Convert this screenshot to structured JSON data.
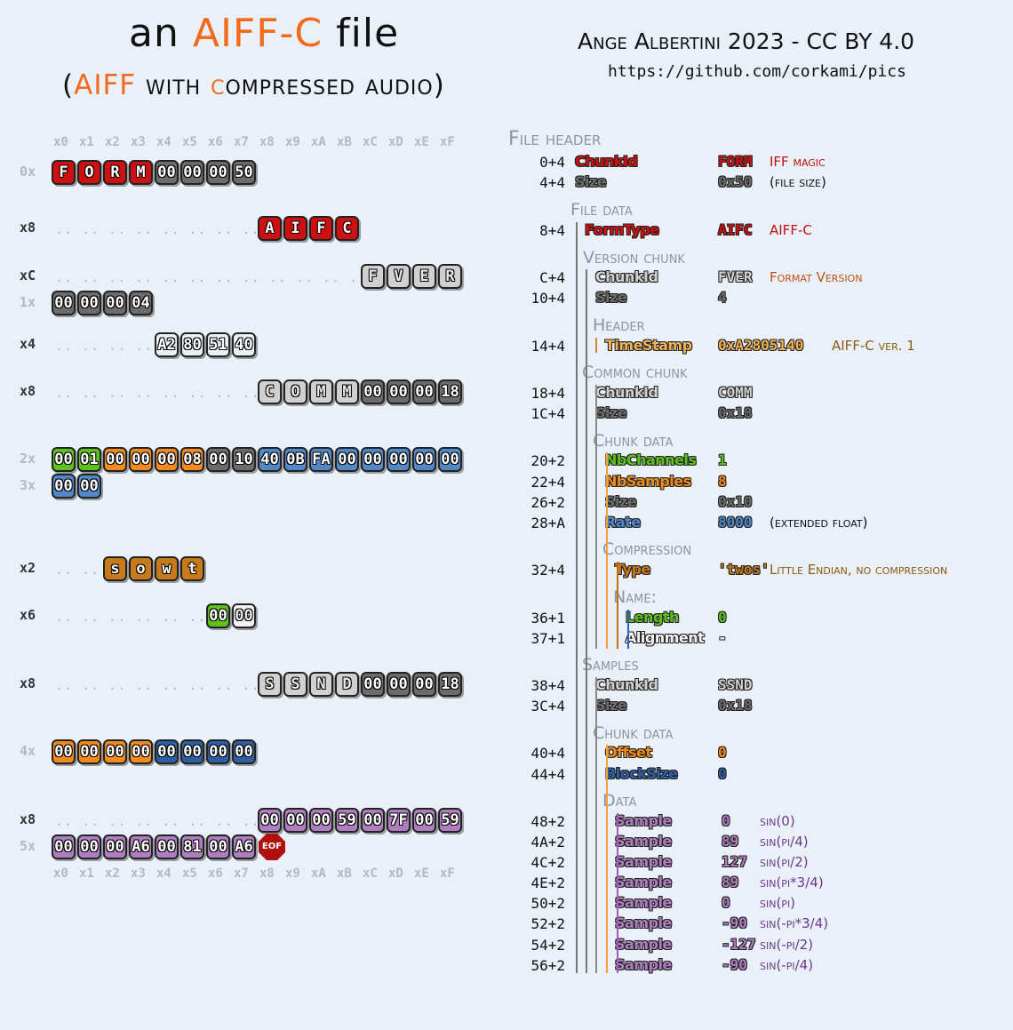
{
  "header": {
    "title_pre": "an ",
    "title_hl": "AIFF-C",
    "title_post": " file",
    "sub_open": "(",
    "sub_hl1": "AIFF",
    "sub_mid1": " with ",
    "sub_hl2": "c",
    "sub_mid2": "ompressed audio)",
    "author": "Ange Albertini 2023 - CC BY 4.0",
    "url": "https://github.com/corkami/pics"
  },
  "colors": {
    "red": "#d01010",
    "gray": "#6c6c6c",
    "light": "#d0d0d0",
    "orangeLight": "#f2b255",
    "green": "#5ec21e",
    "orange": "#f28a1d",
    "blue": "#5088c8",
    "brown": "#c77a1a",
    "navy": "#2f5ea4",
    "purple": "#b07ec0",
    "accent": "#f26a1b"
  },
  "hex": {
    "col_headers": [
      "x0",
      "x1",
      "x2",
      "x3",
      "x4",
      "x5",
      "x6",
      "x7",
      "x8",
      "x9",
      "xA",
      "xB",
      "xC",
      "xD",
      "xE",
      "xF"
    ],
    "rows": [
      {
        "label": "0x",
        "faint": true,
        "cells": [
          {
            "t": "F",
            "c": "red"
          },
          {
            "t": "O",
            "c": "red"
          },
          {
            "t": "R",
            "c": "red"
          },
          {
            "t": "M",
            "c": "red"
          },
          {
            "t": "00",
            "c": "gray"
          },
          {
            "t": "00",
            "c": "gray"
          },
          {
            "t": "00",
            "c": "gray"
          },
          {
            "t": "50",
            "c": "gray"
          }
        ]
      },
      {
        "label": "x8",
        "cells": [
          {
            "t": "A",
            "c": "red"
          },
          {
            "t": "I",
            "c": "red"
          },
          {
            "t": "F",
            "c": "red"
          },
          {
            "t": "C",
            "c": "red"
          }
        ]
      },
      {
        "label": "xC",
        "cells": [
          {
            "t": "F",
            "c": "light"
          },
          {
            "t": "V",
            "c": "light"
          },
          {
            "t": "E",
            "c": "light"
          },
          {
            "t": "R",
            "c": "light"
          }
        ]
      },
      {
        "label": "1x",
        "faint": true,
        "cells": [
          {
            "t": "00",
            "c": "gray"
          },
          {
            "t": "00",
            "c": "gray"
          },
          {
            "t": "00",
            "c": "gray"
          },
          {
            "t": "04",
            "c": "gray"
          }
        ]
      },
      {
        "label": "x4",
        "cells": [
          {
            "t": "A2",
            "c": "orangeLight"
          },
          {
            "t": "80",
            "c": "orangeLight"
          },
          {
            "t": "51",
            "c": "orangeLight"
          },
          {
            "t": "40",
            "c": "orangeLight"
          }
        ]
      },
      {
        "label": "x8",
        "cells": [
          {
            "t": "C",
            "c": "light"
          },
          {
            "t": "O",
            "c": "light"
          },
          {
            "t": "M",
            "c": "light"
          },
          {
            "t": "M",
            "c": "light"
          },
          {
            "t": "00",
            "c": "gray"
          },
          {
            "t": "00",
            "c": "gray"
          },
          {
            "t": "00",
            "c": "gray"
          },
          {
            "t": "18",
            "c": "gray"
          }
        ]
      },
      {
        "label": "2x",
        "faint": true,
        "cells": [
          {
            "t": "00",
            "c": "green"
          },
          {
            "t": "01",
            "c": "green"
          },
          {
            "t": "00",
            "c": "orange"
          },
          {
            "t": "00",
            "c": "orange"
          },
          {
            "t": "00",
            "c": "orange"
          },
          {
            "t": "08",
            "c": "orange"
          },
          {
            "t": "00",
            "c": "gray"
          },
          {
            "t": "10",
            "c": "gray"
          },
          {
            "t": "40",
            "c": "blue"
          },
          {
            "t": "0B",
            "c": "blue"
          },
          {
            "t": "FA",
            "c": "blue"
          },
          {
            "t": "00",
            "c": "blue"
          },
          {
            "t": "00",
            "c": "blue"
          },
          {
            "t": "00",
            "c": "blue"
          },
          {
            "t": "00",
            "c": "blue"
          },
          {
            "t": "00",
            "c": "blue"
          }
        ]
      },
      {
        "label": "3x",
        "faint": true,
        "cells": [
          {
            "t": "00",
            "c": "blue"
          },
          {
            "t": "00",
            "c": "blue"
          }
        ]
      },
      {
        "label": "x2",
        "cells": [
          {
            "t": "s",
            "c": "brown"
          },
          {
            "t": "o",
            "c": "brown"
          },
          {
            "t": "w",
            "c": "brown"
          },
          {
            "t": "t",
            "c": "brown"
          }
        ]
      },
      {
        "label": "x6",
        "cells": [
          {
            "t": "00",
            "c": "green"
          },
          {
            "t": "00",
            "c": "white"
          }
        ]
      },
      {
        "label": "x8",
        "cells": [
          {
            "t": "S",
            "c": "light"
          },
          {
            "t": "S",
            "c": "light"
          },
          {
            "t": "N",
            "c": "light"
          },
          {
            "t": "D",
            "c": "light"
          },
          {
            "t": "00",
            "c": "gray"
          },
          {
            "t": "00",
            "c": "gray"
          },
          {
            "t": "00",
            "c": "gray"
          },
          {
            "t": "18",
            "c": "gray"
          }
        ]
      },
      {
        "label": "4x",
        "faint": true,
        "cells": [
          {
            "t": "00",
            "c": "orange"
          },
          {
            "t": "00",
            "c": "orange"
          },
          {
            "t": "00",
            "c": "orange"
          },
          {
            "t": "00",
            "c": "orange"
          },
          {
            "t": "00",
            "c": "navy"
          },
          {
            "t": "00",
            "c": "navy"
          },
          {
            "t": "00",
            "c": "navy"
          },
          {
            "t": "00",
            "c": "navy"
          }
        ]
      },
      {
        "label": "x8",
        "cells": [
          {
            "t": "00",
            "c": "purple"
          },
          {
            "t": "00",
            "c": "purple"
          },
          {
            "t": "00",
            "c": "purple"
          },
          {
            "t": "59",
            "c": "purple"
          },
          {
            "t": "00",
            "c": "purple"
          },
          {
            "t": "7F",
            "c": "purple"
          },
          {
            "t": "00",
            "c": "purple"
          },
          {
            "t": "59",
            "c": "purple"
          }
        ]
      },
      {
        "label": "5x",
        "faint": true,
        "cells": [
          {
            "t": "00",
            "c": "purple"
          },
          {
            "t": "00",
            "c": "purple"
          },
          {
            "t": "00",
            "c": "purple"
          },
          {
            "t": "A6",
            "c": "purple"
          },
          {
            "t": "00",
            "c": "purple"
          },
          {
            "t": "81",
            "c": "purple"
          },
          {
            "t": "00",
            "c": "purple"
          },
          {
            "t": "A6",
            "c": "purple"
          }
        ]
      }
    ],
    "eof": "EOF"
  },
  "structure": {
    "sections": [
      "File header",
      "File data",
      "Version chunk",
      "Header",
      "Common chunk",
      "Chunk data",
      "Compression",
      "Name:",
      "Samples",
      "Chunk data",
      "Data"
    ],
    "fields": [
      {
        "off": "0+4",
        "name": "ChunkId",
        "val": "FORM",
        "cmt": "IFF magic",
        "c": "red"
      },
      {
        "off": "4+4",
        "name": "Size",
        "val": "0x50",
        "cmt": "(file size)",
        "c": "gray"
      },
      {
        "off": "8+4",
        "name": "FormType",
        "val": "AIFC",
        "cmt": "AIFF-C",
        "c": "red"
      },
      {
        "off": "C+4",
        "name": "ChunkId",
        "val": "FVER",
        "cmt": "Format Version",
        "c": "light"
      },
      {
        "off": "10+4",
        "name": "Size",
        "val": "4",
        "cmt": "",
        "c": "gray"
      },
      {
        "off": "14+4",
        "name": "TimeStamp",
        "val": "0xA2805140",
        "cmt": "AIFF-C ver. 1",
        "c": "orangeLight"
      },
      {
        "off": "18+4",
        "name": "ChunkId",
        "val": "COMM",
        "cmt": "",
        "c": "light"
      },
      {
        "off": "1C+4",
        "name": "Size",
        "val": "0x18",
        "cmt": "",
        "c": "gray"
      },
      {
        "off": "20+2",
        "name": "NbChannels",
        "val": "1",
        "cmt": "",
        "c": "green"
      },
      {
        "off": "22+4",
        "name": "NbSamples",
        "val": "8",
        "cmt": "",
        "c": "orange"
      },
      {
        "off": "26+2",
        "name": "Size",
        "val": "0x10",
        "cmt": "",
        "c": "gray"
      },
      {
        "off": "28+A",
        "name": "Rate",
        "val": "8000",
        "cmt": "(extended float)",
        "c": "blue"
      },
      {
        "off": "32+4",
        "name": "Type",
        "val": "'twos'",
        "cmt": "Little Endian, no compression",
        "c": "brown"
      },
      {
        "off": "36+1",
        "name": "Length",
        "val": "0",
        "cmt": "",
        "c": "green"
      },
      {
        "off": "37+1",
        "name": "Alignment",
        "val": "-",
        "cmt": "",
        "c": "white"
      },
      {
        "off": "38+4",
        "name": "ChunkId",
        "val": "SSND",
        "cmt": "",
        "c": "light"
      },
      {
        "off": "3C+4",
        "name": "Size",
        "val": "0x18",
        "cmt": "",
        "c": "gray"
      },
      {
        "off": "40+4",
        "name": "Offset",
        "val": "0",
        "cmt": "",
        "c": "orange"
      },
      {
        "off": "44+4",
        "name": "BlockSize",
        "val": "0",
        "cmt": "",
        "c": "navy"
      },
      {
        "off": "48+2",
        "name": "Sample",
        "val": "0",
        "cmt": "sin(0)",
        "c": "purple"
      },
      {
        "off": "4A+2",
        "name": "Sample",
        "val": "89",
        "cmt": "sin(pi/4)",
        "c": "purple"
      },
      {
        "off": "4C+2",
        "name": "Sample",
        "val": "127",
        "cmt": "sin(pi/2)",
        "c": "purple"
      },
      {
        "off": "4E+2",
        "name": "Sample",
        "val": "89",
        "cmt": "sin(pi*3/4)",
        "c": "purple"
      },
      {
        "off": "50+2",
        "name": "Sample",
        "val": "0",
        "cmt": "sin(pi)",
        "c": "purple"
      },
      {
        "off": "52+2",
        "name": "Sample",
        "val": "-90",
        "cmt": "sin(-pi*3/4)",
        "c": "purple"
      },
      {
        "off": "54+2",
        "name": "Sample",
        "val": "-127",
        "cmt": "sin(-pi/2)",
        "c": "purple"
      },
      {
        "off": "56+2",
        "name": "Sample",
        "val": "-90",
        "cmt": "sin(-pi/4)",
        "c": "purple"
      }
    ]
  }
}
